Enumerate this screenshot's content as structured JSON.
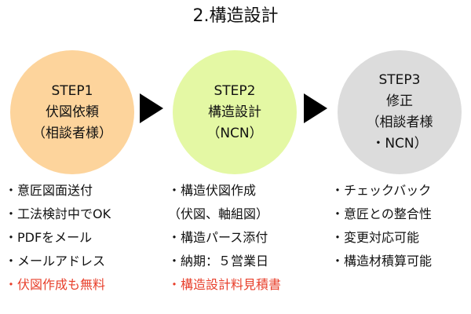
{
  "title": "2.構造設計",
  "colors": {
    "step1": "#fdd49c",
    "step2": "#e4f8a4",
    "step3": "#dcdcdc",
    "highlight": "#e8402c",
    "text": "#111111"
  },
  "steps": [
    {
      "lines": [
        "STEP1",
        "伏図依頼",
        "（相談者様）"
      ],
      "items": [
        {
          "text": "・意匠図面送付",
          "highlight": false
        },
        {
          "text": "・工法検討中でOK",
          "highlight": false
        },
        {
          "text": "・PDFをメール",
          "highlight": false
        },
        {
          "text": "・メールアドレス",
          "highlight": false
        },
        {
          "text": "・伏図作成も無料",
          "highlight": true
        }
      ]
    },
    {
      "lines": [
        "STEP2",
        "構造設計",
        "（NCN）"
      ],
      "items": [
        {
          "text": "・構造伏図作成",
          "highlight": false
        },
        {
          "text": "（伏図、軸組図）",
          "highlight": false
        },
        {
          "text": "・構造パース添付",
          "highlight": false
        },
        {
          "text": "・納期：５営業日",
          "highlight": false
        },
        {
          "text": "・構造設計料見積書",
          "highlight": true
        }
      ]
    },
    {
      "lines": [
        "STEP3",
        "修正",
        "（相談者様",
        "・NCN）"
      ],
      "items": [
        {
          "text": "・チェックバック",
          "highlight": false
        },
        {
          "text": "・意匠との整合性",
          "highlight": false
        },
        {
          "text": "・変更対応可能",
          "highlight": false
        },
        {
          "text": "・構造材積算可能",
          "highlight": false
        }
      ]
    }
  ]
}
